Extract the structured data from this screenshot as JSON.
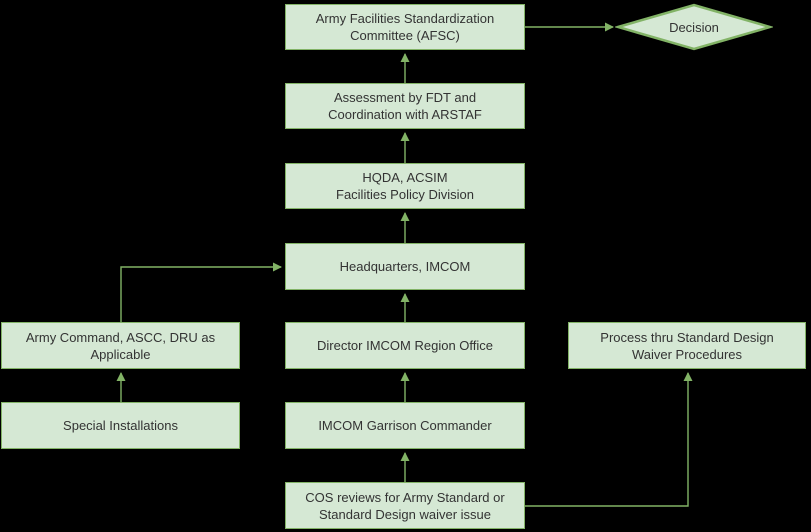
{
  "colors": {
    "background": "#000000",
    "node_fill": "#d5e8d4",
    "node_border": "#82b366",
    "connector": "#82b366",
    "text": "#333333"
  },
  "nodes": {
    "afsc": {
      "shape": "rectangle",
      "lines": [
        "Army Facilities Standardization",
        "Committee (AFSC)"
      ]
    },
    "decision": {
      "shape": "diamond",
      "lines": [
        "Decision"
      ]
    },
    "assessment": {
      "shape": "rectangle",
      "lines": [
        "Assessment by FDT and",
        "Coordination with ARSTAF"
      ]
    },
    "hqda": {
      "shape": "rectangle",
      "lines": [
        "HQDA, ACSIM",
        "Facilities Policy Division"
      ]
    },
    "hq_imcom": {
      "shape": "rectangle",
      "lines": [
        "Headquarters, IMCOM"
      ]
    },
    "director_region": {
      "shape": "rectangle",
      "lines": [
        "Director IMCOM Region Office"
      ]
    },
    "garrison_commander": {
      "shape": "rectangle",
      "lines": [
        "IMCOM Garrison Commander"
      ]
    },
    "cos_reviews": {
      "shape": "rectangle",
      "lines": [
        "COS reviews for Army Standard or",
        "Standard Design waiver issue"
      ]
    },
    "army_command": {
      "shape": "rectangle",
      "lines": [
        "Army Command, ASCC, DRU as",
        "Applicable"
      ]
    },
    "special_installations": {
      "shape": "rectangle",
      "lines": [
        "Special Installations"
      ]
    },
    "process_waiver": {
      "shape": "rectangle",
      "lines": [
        "Process thru Standard Design",
        "Waiver Procedures"
      ]
    }
  },
  "edges": [
    {
      "from": "cos_reviews",
      "to": "garrison_commander"
    },
    {
      "from": "garrison_commander",
      "to": "director_region"
    },
    {
      "from": "director_region",
      "to": "hq_imcom"
    },
    {
      "from": "hq_imcom",
      "to": "hqda"
    },
    {
      "from": "hqda",
      "to": "assessment"
    },
    {
      "from": "assessment",
      "to": "afsc"
    },
    {
      "from": "afsc",
      "to": "decision"
    },
    {
      "from": "special_installations",
      "to": "army_command"
    },
    {
      "from": "army_command",
      "to": "hq_imcom"
    },
    {
      "from": "cos_reviews",
      "to": "process_waiver"
    }
  ]
}
